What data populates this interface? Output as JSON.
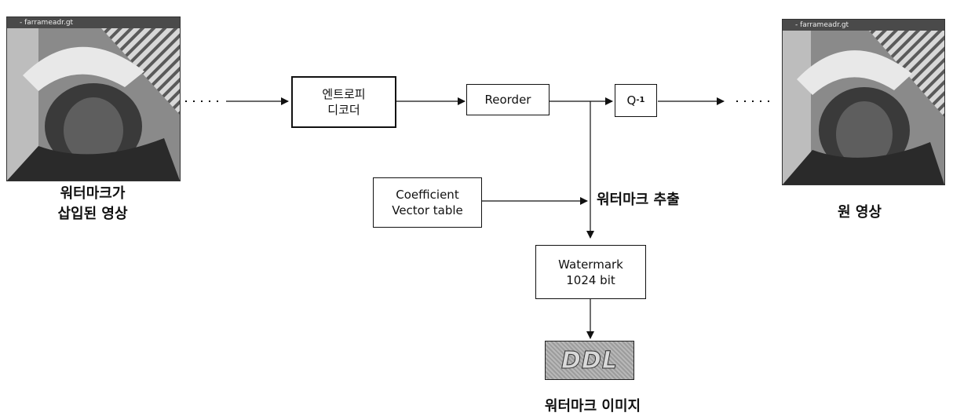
{
  "left_image": {
    "titlebar": "- farrameadr.gt",
    "caption": "워터마크가\n삽입된 영상"
  },
  "right_image": {
    "titlebar": "- farrameadr.gt",
    "caption": "원 영상"
  },
  "blocks": {
    "entropy_decoder": "엔트로피\n디코더",
    "reorder": "Reorder",
    "inverse_quant_base": "Q",
    "inverse_quant_exp": "-1",
    "coefficient_table": "Coefficient\nVector table",
    "watermark": "Watermark\n1024 bit"
  },
  "labels": {
    "extract": "워터마크 추출",
    "watermark_image": "워터마크 이미지"
  },
  "watermark_logo": "DDL",
  "ellipsis": "· · · ·"
}
